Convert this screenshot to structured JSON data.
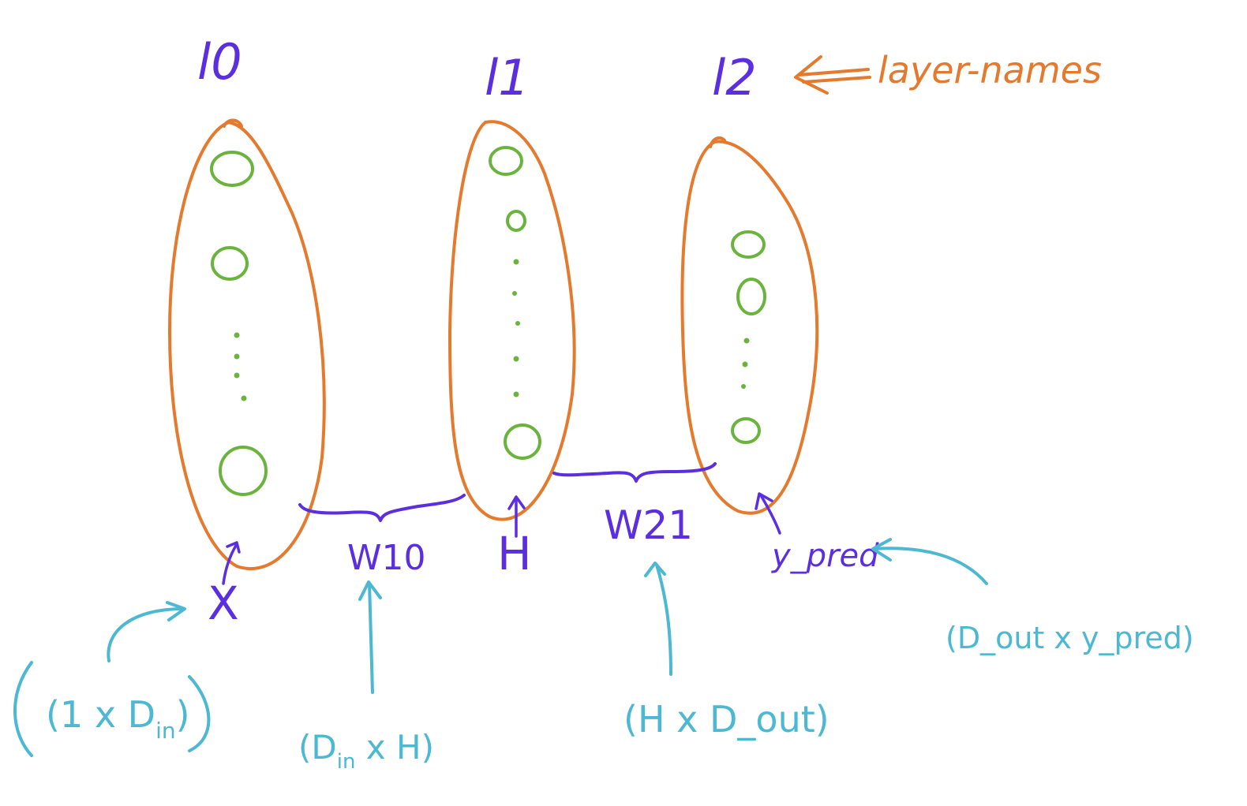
{
  "layers": [
    {
      "name": "l0"
    },
    {
      "name": "l1"
    },
    {
      "name": "l2"
    }
  ],
  "annotation": "layer-names",
  "weights": [
    {
      "label": "W10",
      "shape": "(D",
      "shape_sub": "in",
      "shape_tail": " x H)"
    },
    {
      "label": "W21",
      "shape": "(H x D_out)"
    }
  ],
  "tensors": {
    "input": {
      "label": "X",
      "shape": "(1 x D",
      "shape_sub": "in",
      "shape_tail": ")"
    },
    "hidden": {
      "label": "H"
    },
    "output": {
      "label": "y_pred",
      "shape": "(D_out x y_pred)"
    }
  },
  "colors": {
    "layer_outline": "#e47a2e",
    "neuron": "#6ab43e",
    "label": "#5b2ee0",
    "shape_note": "#4db8d1"
  }
}
